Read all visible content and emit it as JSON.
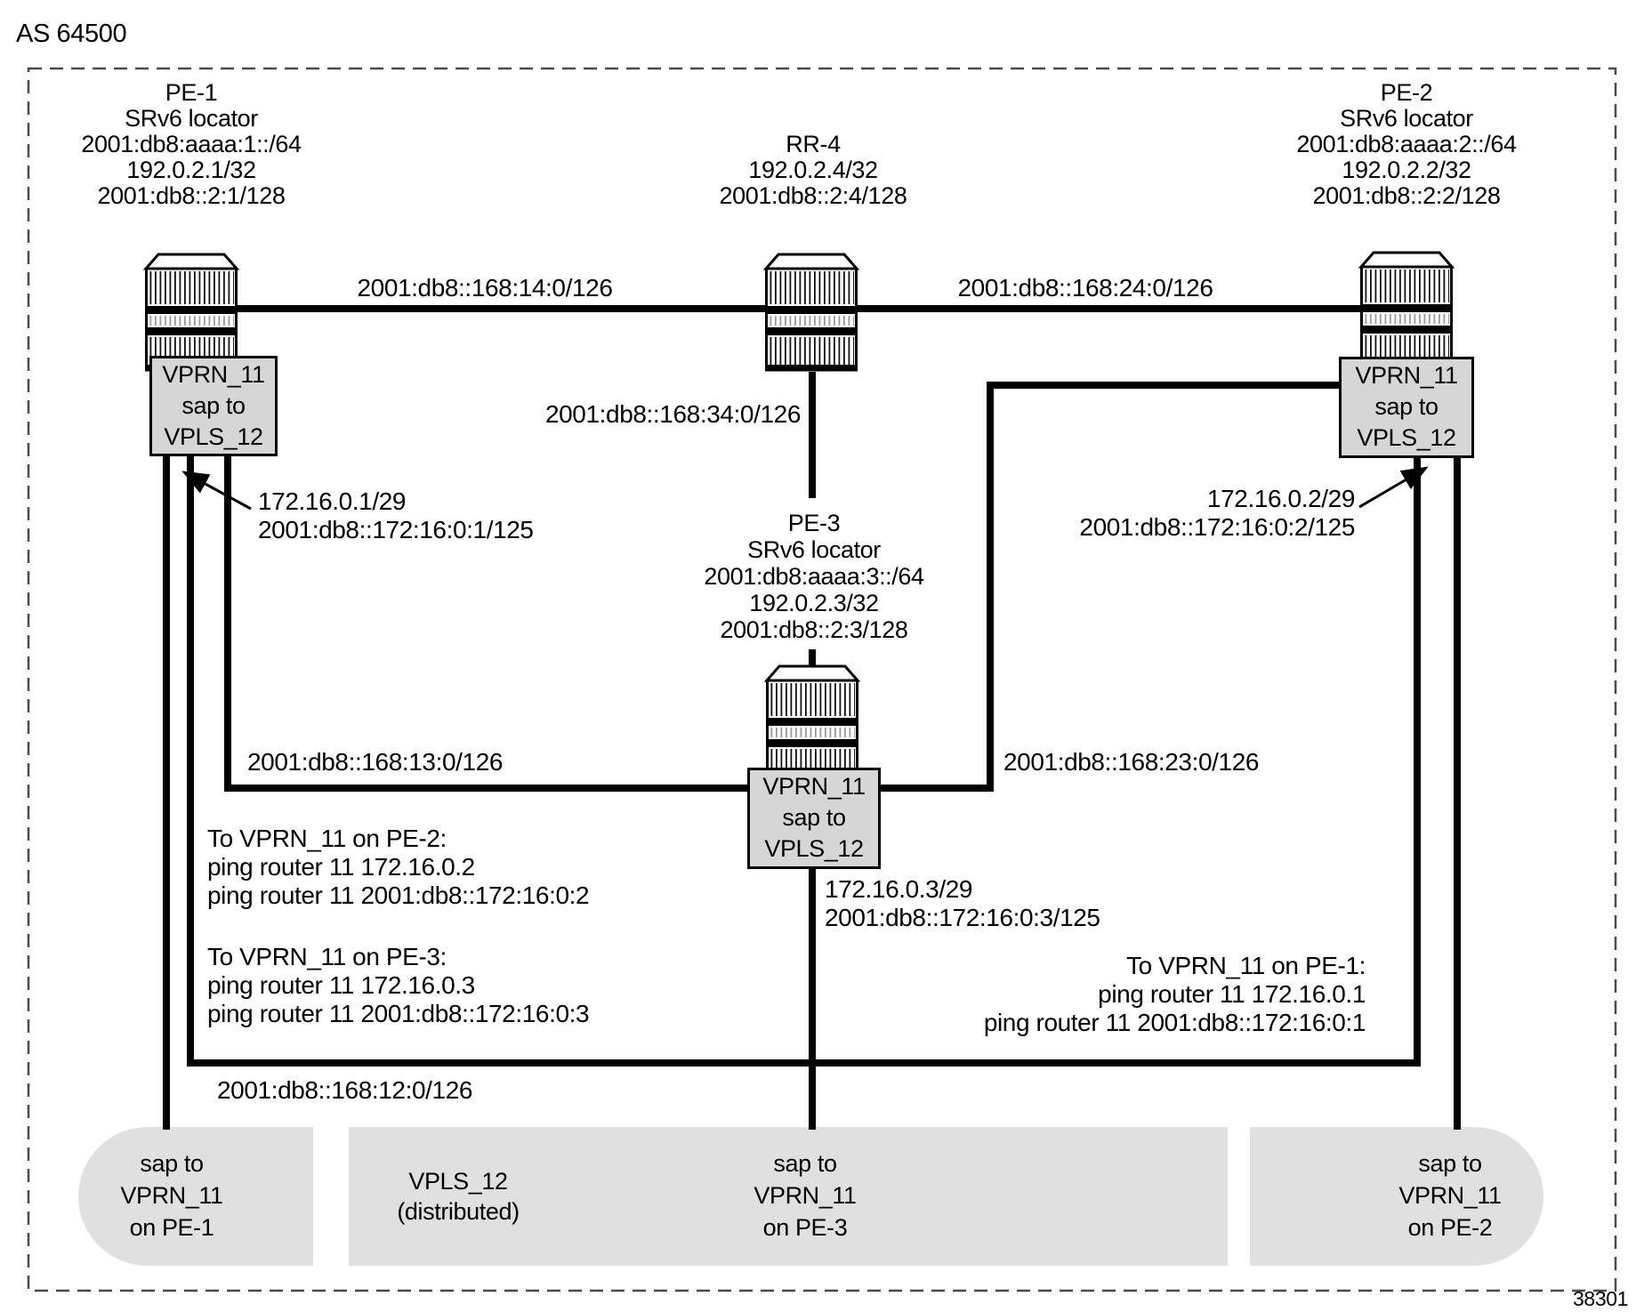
{
  "as_label": "AS 64500",
  "figure_id": "38301",
  "nodes": {
    "pe1": {
      "lines": [
        "PE-1",
        "SRv6 locator",
        "2001:db8:aaaa:1::/64",
        "192.0.2.1/32",
        "2001:db8::2:1/128"
      ]
    },
    "rr4": {
      "lines": [
        "RR-4",
        "192.0.2.4/32",
        "2001:db8::2:4/128"
      ]
    },
    "pe2": {
      "lines": [
        "PE-2",
        "SRv6 locator",
        "2001:db8:aaaa:2::/64",
        "192.0.2.2/32",
        "2001:db8::2:2/128"
      ]
    },
    "pe3": {
      "lines": [
        "PE-3",
        "SRv6 locator",
        "2001:db8:aaaa:3::/64",
        "192.0.2.3/32",
        "2001:db8::2:3/128"
      ]
    }
  },
  "service_boxes": {
    "pe1": [
      "VPRN_11",
      "sap to",
      "VPLS_12"
    ],
    "pe2": [
      "VPRN_11",
      "sap to",
      "VPLS_12"
    ],
    "pe3": [
      "VPRN_11",
      "sap to",
      "VPLS_12"
    ]
  },
  "links": {
    "pe1_rr4": "2001:db8::168:14:0/126",
    "rr4_pe2": "2001:db8::168:24:0/126",
    "rr4_pe3": "2001:db8::168:34:0/126",
    "pe1_pe3": "2001:db8::168:13:0/126",
    "pe3_pe2": "2001:db8::168:23:0/126",
    "pe1_pe2": "2001:db8::168:12:0/126"
  },
  "sap_addresses": {
    "pe1": [
      "172.16.0.1/29",
      "2001:db8::172:16:0:1/125"
    ],
    "pe2": [
      "172.16.0.2/29",
      "2001:db8::172:16:0:2/125"
    ],
    "pe3": [
      "172.16.0.3/29",
      "2001:db8::172:16:0:3/125"
    ]
  },
  "ping_notes": {
    "left_top": [
      "To VPRN_11 on PE-2:",
      "ping router 11 172.16.0.2",
      "ping router 11 2001:db8::172:16:0:2"
    ],
    "left_bottom": [
      "To VPRN_11 on PE-3:",
      "ping router 11 172.16.0.3",
      "ping router 11 2001:db8::172:16:0:3"
    ],
    "right": [
      "To VPRN_11 on PE-1:",
      "ping router 11 172.16.0.1",
      "ping router 11 2001:db8::172:16:0:1"
    ]
  },
  "bottom_boxes": {
    "sap_pe1": [
      "sap to",
      "VPRN_11",
      "on PE-1"
    ],
    "vpls": [
      "VPLS_12",
      "(distributed)"
    ],
    "sap_pe3": [
      "sap to",
      "VPRN_11",
      "on PE-3"
    ],
    "sap_pe2": [
      "sap to",
      "VPRN_11",
      "on PE-2"
    ]
  },
  "colors": {
    "line": "#000000",
    "service_box_fill": "#d6d6d6",
    "bottom_box_fill": "#e0e0e0",
    "border_dash": "#4a4a4a",
    "text": "#000000"
  }
}
